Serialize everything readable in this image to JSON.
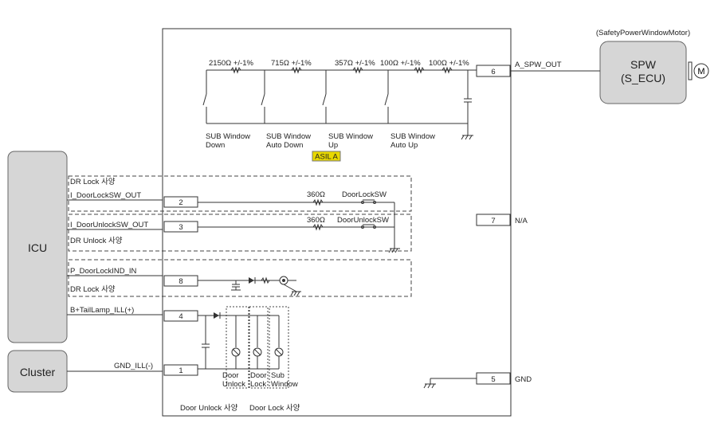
{
  "modules": {
    "icu": "ICU",
    "cluster": "Cluster",
    "spw_title": "(SafetyPowerWindowMotor)",
    "spw_line1": "SPW",
    "spw_line2": "(S_ECU)",
    "motor": "M"
  },
  "resistors": [
    "2150Ω +/-1%",
    "715Ω +/-1%",
    "357Ω +/-1%",
    "100Ω +/-1%",
    "100Ω +/-1%"
  ],
  "switches": [
    {
      "line1": "SUB Window",
      "line2": "Down"
    },
    {
      "line1": "SUB Window",
      "line2": "Auto Down"
    },
    {
      "line1": "SUB Window",
      "line2": "Up"
    },
    {
      "line1": "SUB Window",
      "line2": "Auto Up"
    }
  ],
  "asil": "ASIL A",
  "pins": {
    "p6": "6",
    "p2": "2",
    "p3": "3",
    "p7": "7",
    "p8": "8",
    "p4": "4",
    "p1": "1",
    "p5": "5"
  },
  "signals": {
    "a_spw_out": "A_SPW_OUT",
    "na": "N/A",
    "gnd": "GND",
    "dr_lock_use_1": "DR Lock 사양",
    "doorlocksw_out": "I_DoorLockSW_OUT",
    "doorunlocksw_out": "I_DoorUnlockSW_OUT",
    "dr_unlock_use": "DR Unlock 사양",
    "doorlockind_in": "P_DoorLockIND_IN",
    "dr_lock_use_2": "DR Lock 사양",
    "tail_lamp": "B+TailLamp_ILL(+)",
    "gnd_ill": "GND_ILL(-)"
  },
  "sw_labels": {
    "r1": "360Ω",
    "sw1": "DoorLockSW",
    "r2": "360Ω",
    "sw2": "DoorUnlockSW"
  },
  "lamps": {
    "door_unlock_1": "Door",
    "door_unlock_2": "Unlock",
    "door_lock_1": "Door",
    "door_lock_2": "Lock",
    "sub_window_1": "Sub",
    "sub_window_2": "Window"
  },
  "footer": {
    "unlock_use": "Door Unlock 사양",
    "lock_use": "Door Lock 사양"
  }
}
